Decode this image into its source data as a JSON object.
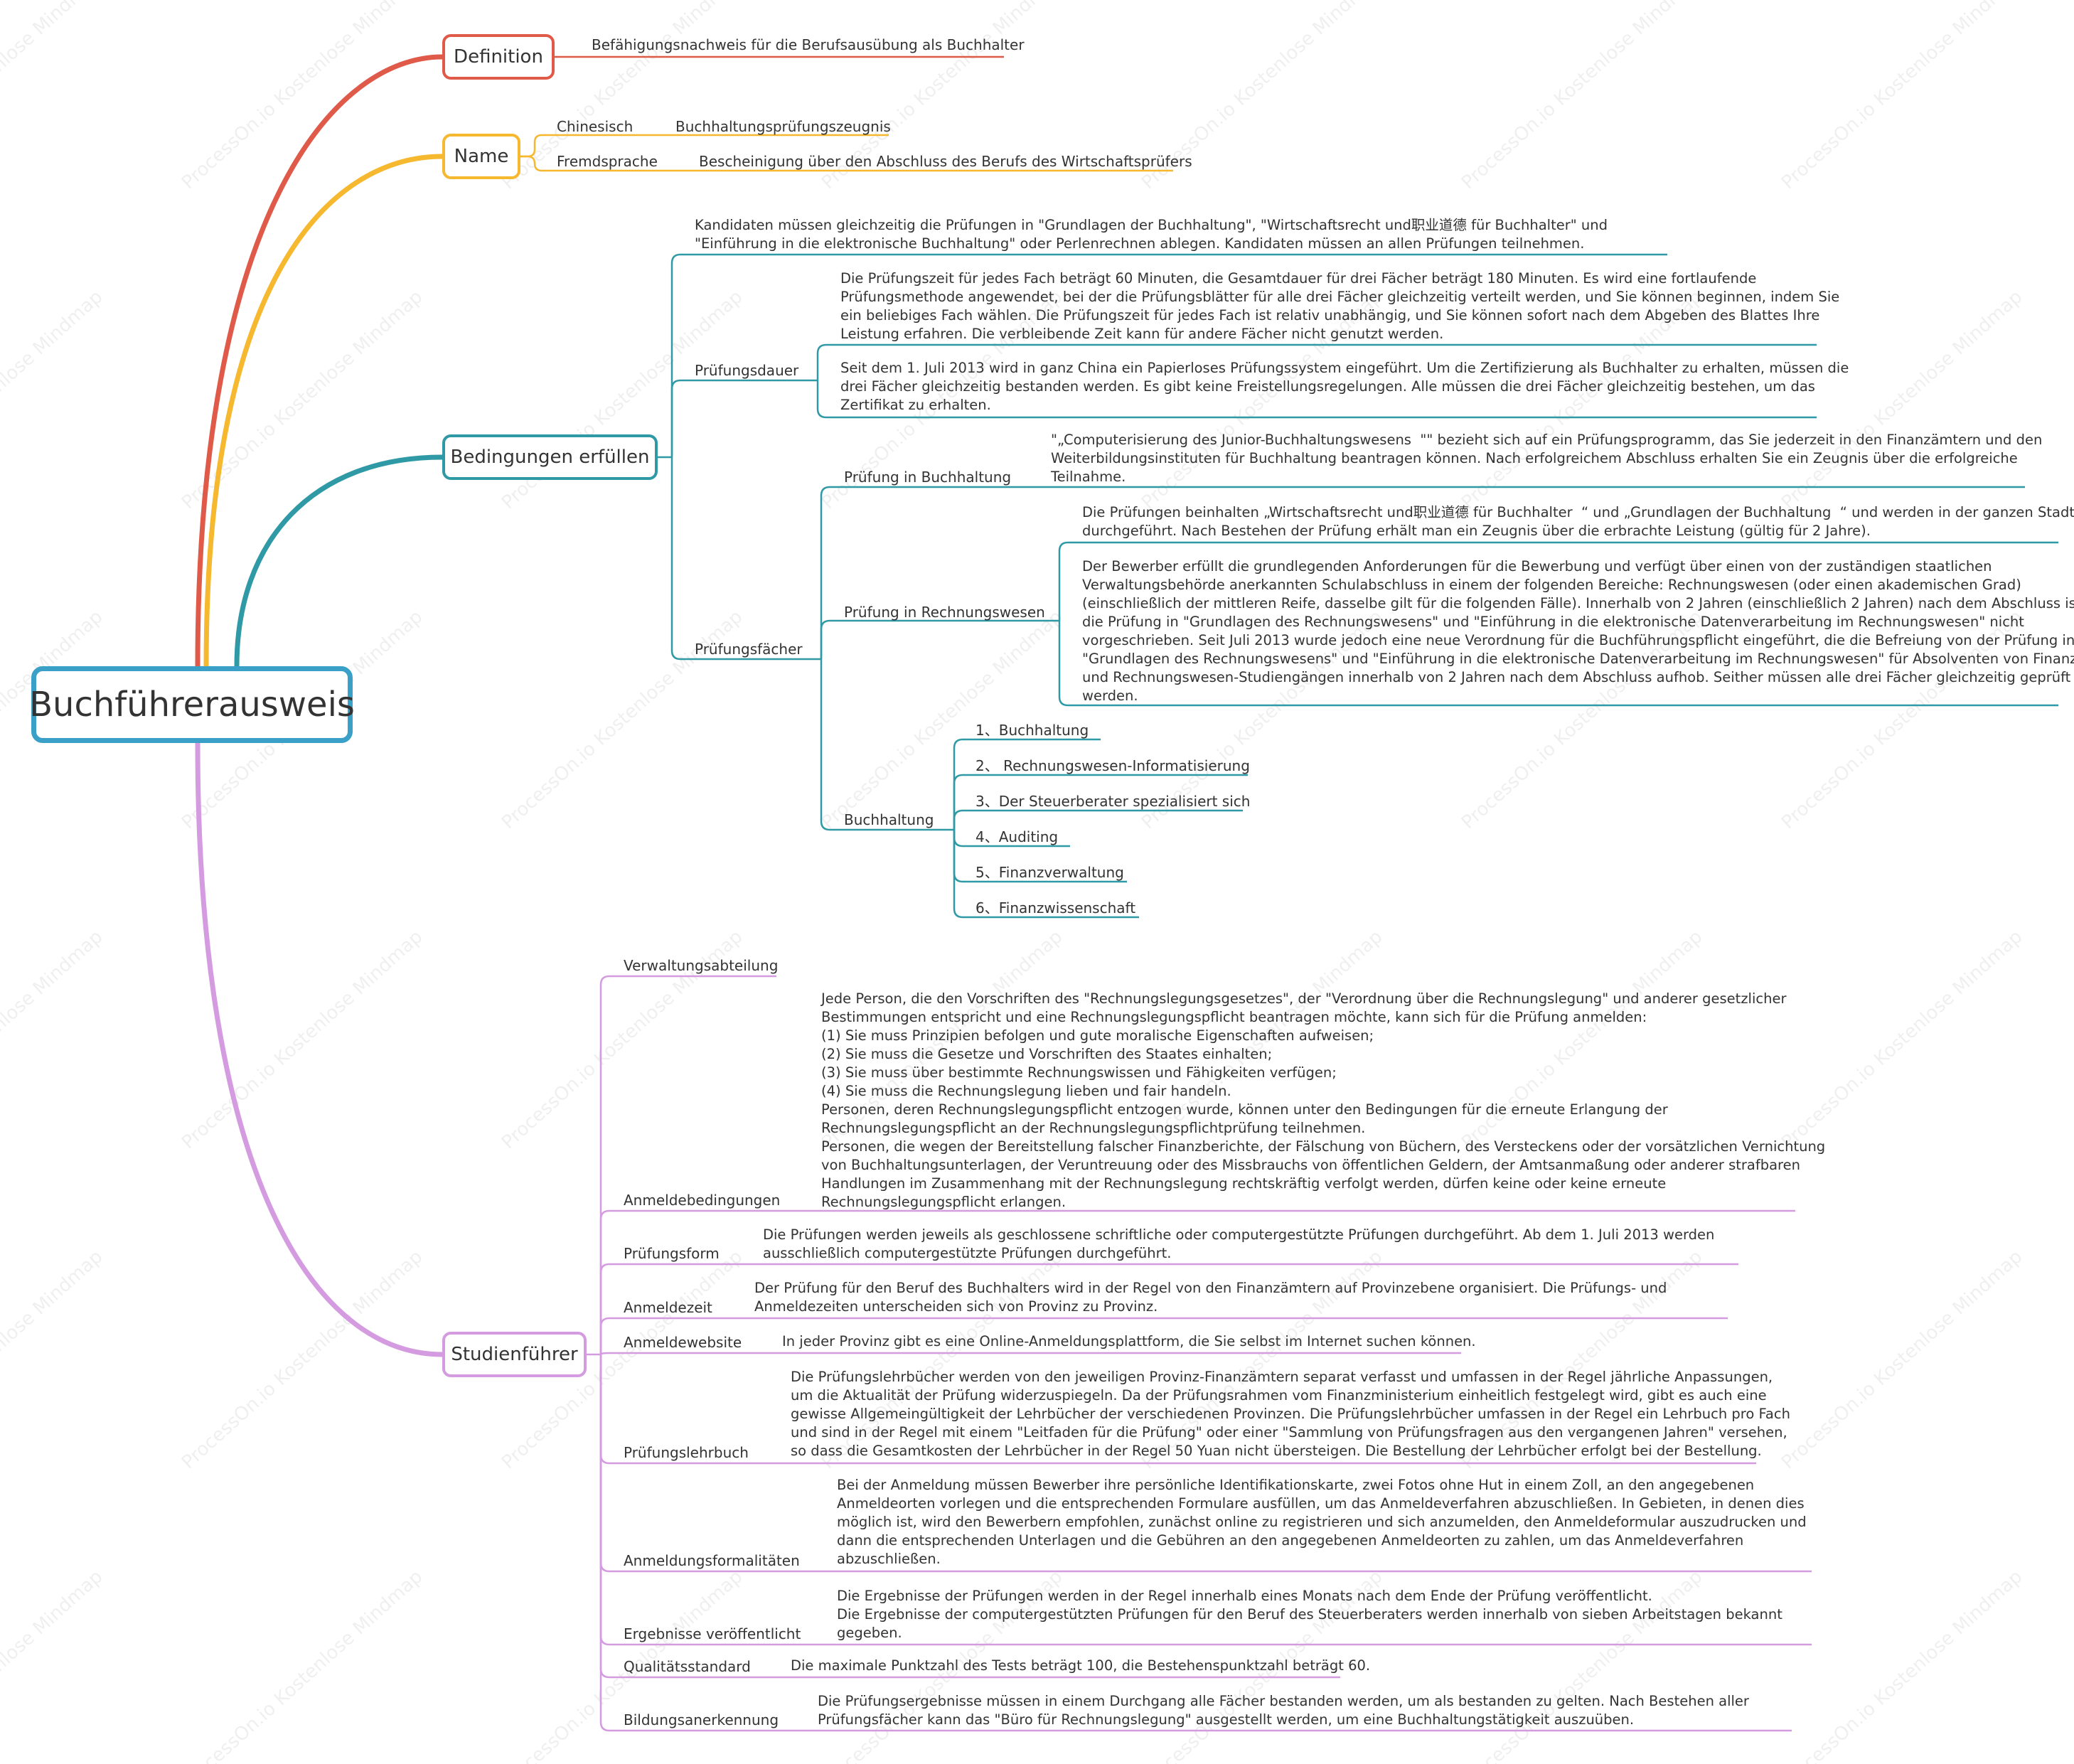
{
  "root": "Buchführerausweis",
  "colors": {
    "root": "#3aa0c8",
    "definition": "#e05a4a",
    "name": "#f5b82e",
    "bedingungen": "#2f9aa5",
    "studien": "#d49be0"
  },
  "watermark": "ProcessOn.io Kostenlose Mindmap",
  "definition": {
    "label": "Definition",
    "text": "Befähigungsnachweis für die Berufsausübung als Buchhalter"
  },
  "name": {
    "label": "Name",
    "items": [
      {
        "key": "Chinesisch",
        "value": "Buchhaltungsprüfungszeugnis"
      },
      {
        "key": "Fremdsprache",
        "value": "Bescheinigung über den Abschluss des Berufs des Wirtschaftsprüfers"
      }
    ]
  },
  "bedingungen": {
    "label": "Bedingungen erfüllen",
    "intro": "Kandidaten müssen gleichzeitig die Prüfungen in \"Grundlagen der Buchhaltung\", \"Wirtschaftsrecht und职业道德 für Buchhalter\" und\n\"Einführung in die elektronische Buchhaltung\" oder Perlenrechnen ablegen. Kandidaten müssen an allen Prüfungen teilnehmen.",
    "pruefungsdauer": {
      "label": "Prüfungsdauer",
      "texts": [
        "Die Prüfungszeit für jedes Fach beträgt 60 Minuten, die Gesamtdauer für drei Fächer beträgt 180 Minuten. Es wird eine fortlaufende\nPrüfungsmethode angewendet, bei der die Prüfungsblätter für alle drei Fächer gleichzeitig verteilt werden, und Sie können beginnen, indem Sie\nein beliebiges Fach wählen. Die Prüfungszeit für jedes Fach ist relativ unabhängig, und Sie können sofort nach dem Abgeben des Blattes Ihre\nLeistung erfahren. Die verbleibende Zeit kann für andere Fächer nicht genutzt werden.",
        "Seit dem 1. Juli 2013 wird in ganz China ein Papierloses Prüfungssystem eingeführt. Um die Zertifizierung als Buchhalter zu erhalten, müssen die\ndrei Fächer gleichzeitig bestanden werden. Es gibt keine Freistellungsregelungen. Alle müssen die drei Fächer gleichzeitig bestehen, um das\nZertifikat zu erhalten."
      ]
    },
    "pruefungsfaecher": {
      "label": "Prüfungsfächer",
      "buchhaltung_pruefung": {
        "label": "Prüfung in Buchhaltung",
        "text": "\"„Computerisierung des Junior-Buchhaltungswesens  \"\" bezieht sich auf ein Prüfungsprogramm, das Sie jederzeit in den Finanzämtern und den\nWeiterbildungsinstituten für Buchhaltung beantragen können. Nach erfolgreichem Abschluss erhalten Sie ein Zeugnis über die erfolgreiche\nTeilnahme."
      },
      "rechnungswesen_pruefung": {
        "label": "Prüfung in Rechnungswesen",
        "texts": [
          "Die Prüfungen beinhalten „Wirtschaftsrecht und职业道德 für Buchhalter  “ und „Grundlagen der Buchhaltung  “ und werden in der ganzen Stadt\ndurchgeführt. Nach Bestehen der Prüfung erhält man ein Zeugnis über die erbrachte Leistung (gültig für 2 Jahre).",
          "Der Bewerber erfüllt die grundlegenden Anforderungen für die Bewerbung und verfügt über einen von der zuständigen staatlichen\nVerwaltungsbehörde anerkannten Schulabschluss in einem der folgenden Bereiche: Rechnungswesen (oder einen akademischen Grad)\n(einschließlich der mittleren Reife, dasselbe gilt für die folgenden Fälle). Innerhalb von 2 Jahren (einschließlich 2 Jahren) nach dem Abschluss ist\ndie Prüfung in \"Grundlagen des Rechnungswesens\" und \"Einführung in die elektronische Datenverarbeitung im Rechnungswesen\" nicht\nvorgeschrieben. Seit Juli 2013 wurde jedoch eine neue Verordnung für die Buchführungspflicht eingeführt, die die Befreiung von der Prüfung in\n\"Grundlagen des Rechnungswesens\" und \"Einführung in die elektronische Datenverarbeitung im Rechnungswesen\" für Absolventen von Finanz-\nund Rechnungswesen-Studiengängen innerhalb von 2 Jahren nach dem Abschluss aufhob. Seither müssen alle drei Fächer gleichzeitig geprüft\nwerden."
        ]
      },
      "buchhaltung": {
        "label": "Buchhaltung",
        "items": [
          "1、Buchhaltung",
          "2、 Rechnungswesen-Informatisierung",
          "3、Der Steuerberater spezialisiert sich",
          "4、Auditing",
          "5、Finanzverwaltung",
          "6、Finanzwissenschaft"
        ]
      }
    }
  },
  "studien": {
    "label": "Studienführer",
    "items": [
      {
        "label": "Verwaltungsabteilung",
        "text": ""
      },
      {
        "label": "Anmeldebedingungen",
        "text": "Jede Person, die den Vorschriften des \"Rechnungslegungsgesetzes\", der \"Verordnung über die Rechnungslegung\" und anderer gesetzlicher\nBestimmungen entspricht und eine Rechnungslegungspflicht beantragen möchte, kann sich für die Prüfung anmelden:\n(1) Sie muss Prinzipien befolgen und gute moralische Eigenschaften aufweisen;\n(2) Sie muss die Gesetze und Vorschriften des Staates einhalten;\n(3) Sie muss über bestimmte Rechnungswissen und Fähigkeiten verfügen;\n(4) Sie muss die Rechnungslegung lieben und fair handeln.\nPersonen, deren Rechnungslegungspflicht entzogen wurde, können unter den Bedingungen für die erneute Erlangung der\nRechnungslegungspflicht an der Rechnungslegungspflichtprüfung teilnehmen.\nPersonen, die wegen der Bereitstellung falscher Finanzberichte, der Fälschung von Büchern, des Versteckens oder der vorsätzlichen Vernichtung\nvon Buchhaltungsunterlagen, der Veruntreuung oder des Missbrauchs von öffentlichen Geldern, der Amtsanmaßung oder anderer strafbaren\nHandlungen im Zusammenhang mit der Rechnungslegung rechtskräftig verfolgt werden, dürfen keine oder keine erneute\nRechnungslegungspflicht erlangen."
      },
      {
        "label": "Prüfungsform",
        "text": "Die Prüfungen werden jeweils als geschlossene schriftliche oder computergestützte Prüfungen durchgeführt. Ab dem 1. Juli 2013 werden\nausschließlich computergestützte Prüfungen durchgeführt."
      },
      {
        "label": "Anmeldezeit",
        "text": "Der Prüfung für den Beruf des Buchhalters wird in der Regel von den Finanzämtern auf Provinzebene organisiert. Die Prüfungs- und\nAnmeldezeiten unterscheiden sich von Provinz zu Provinz."
      },
      {
        "label": "Anmeldewebsite",
        "text": "In jeder Provinz gibt es eine Online-Anmeldungsplattform, die Sie selbst im Internet suchen können."
      },
      {
        "label": "Prüfungslehrbuch",
        "text": "Die Prüfungslehrbücher werden von den jeweiligen Provinz-Finanzämtern separat verfasst und umfassen in der Regel jährliche Anpassungen,\num die Aktualität der Prüfung widerzuspiegeln. Da der Prüfungsrahmen vom Finanzministerium einheitlich festgelegt wird, gibt es auch eine\ngewisse Allgemeingültigkeit der Lehrbücher der verschiedenen Provinzen. Die Prüfungslehrbücher umfassen in der Regel ein Lehrbuch pro Fach\nund sind in der Regel mit einem \"Leitfaden für die Prüfung\" oder einer \"Sammlung von Prüfungsfragen aus den vergangenen Jahren\" versehen,\nso dass die Gesamtkosten der Lehrbücher in der Regel 50 Yuan nicht übersteigen. Die Bestellung der Lehrbücher erfolgt bei der Bestellung."
      },
      {
        "label": "Anmeldungsformalitäten",
        "text": "Bei der Anmeldung müssen Bewerber ihre persönliche Identifikationskarte, zwei Fotos ohne Hut in einem Zoll, an den angegebenen\nAnmeldeorten vorlegen und die entsprechenden Formulare ausfüllen, um das Anmeldeverfahren abzuschließen. In Gebieten, in denen dies\nmöglich ist, wird den Bewerbern empfohlen, zunächst online zu registrieren und sich anzumelden, den Anmeldeformular auszudrucken und\ndann die entsprechenden Unterlagen und die Gebühren an den angegebenen Anmeldeorten zu zahlen, um das Anmeldeverfahren\nabzuschließen."
      },
      {
        "label": "Ergebnisse veröffentlicht",
        "text": "Die Ergebnisse der Prüfungen werden in der Regel innerhalb eines Monats nach dem Ende der Prüfung veröffentlicht.\nDie Ergebnisse der computergestützten Prüfungen für den Beruf des Steuerberaters werden innerhalb von sieben Arbeitstagen bekannt\ngegeben."
      },
      {
        "label": "Qualitätsstandard",
        "text": "Die maximale Punktzahl des Tests beträgt 100, die Bestehenspunktzahl beträgt 60."
      },
      {
        "label": "Bildungsanerkennung",
        "text": "Die Prüfungsergebnisse müssen in einem Durchgang alle Fächer bestanden werden, um als bestanden zu gelten. Nach Bestehen aller\nPrüfungsfächer kann das \"Büro für Rechnungslegung\" ausgestellt werden, um eine Buchhaltungstätigkeit auszuüben."
      }
    ]
  }
}
